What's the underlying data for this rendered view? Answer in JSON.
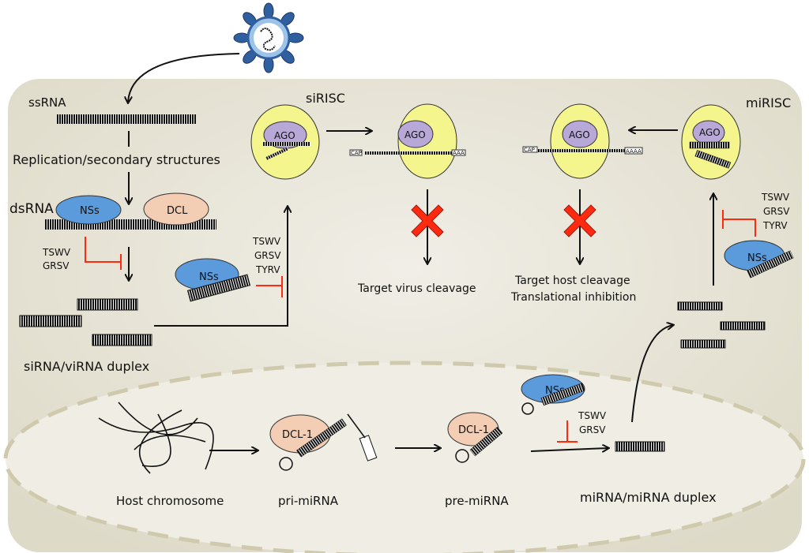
{
  "labels": {
    "ssrna": "ssRNA",
    "replication": "Replication/secondary structures",
    "dsrna": "dsRNA",
    "sirna_duplex": "siRNA/viRNA duplex",
    "sirisc": "siRISC",
    "mirisc": "miRISC",
    "target_virus": "Target virus cleavage",
    "target_host_1": "Target host cleavage",
    "target_host_2": "Translational inhibition",
    "host_chromosome": "Host chromosome",
    "pri_mirna": "pri-miRNA",
    "pre_mirna": "pre-miRNA",
    "mirna_duplex": "miRNA/miRNA duplex"
  },
  "proteins": {
    "nss": "NSs",
    "dcl": "DCL",
    "dcl1": "DCL-1",
    "ago": "AGO"
  },
  "rna_tags": {
    "cap": "CAP",
    "aaa": "AAA",
    "aaaa": "AAAA"
  },
  "inhibitors": {
    "dsrna_step": [
      "TSWV",
      "GRSV"
    ],
    "sirisc_step": [
      "TSWV",
      "GRSV",
      "TYRV"
    ],
    "mirisc_step": [
      "TSWV",
      "GRSV",
      "TYRV"
    ],
    "mirna_step": [
      "TSWV",
      "GRSV"
    ]
  },
  "colors": {
    "cell": "#e6e3d5",
    "nucleus": "#eeece2",
    "nss": "#5b9bdc",
    "dcl": "#f3cdb4",
    "ago": "#b8a8d8",
    "risc": "#f5f58e",
    "inhibit": "#ff2a10",
    "block": "#ff2a10",
    "virus": "#2f5f9f"
  }
}
